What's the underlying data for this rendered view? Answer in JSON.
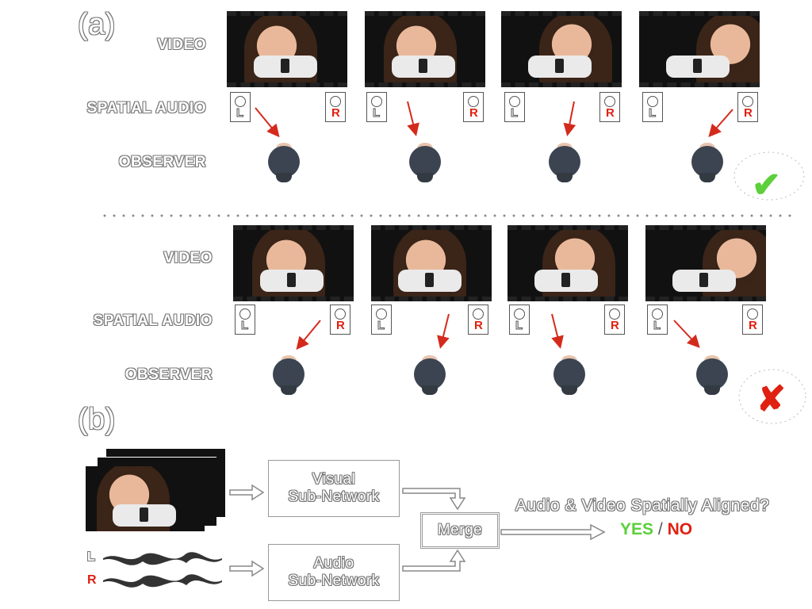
{
  "panel_a": {
    "label": "(a)",
    "rows": {
      "video": "VIDEO",
      "spatial_audio": "SPATIAL AUDIO",
      "observer": "OBSERVER"
    },
    "speaker_left": "L",
    "speaker_right": "R",
    "aligned_mark": "✔",
    "misaligned_mark": "✘"
  },
  "panel_b": {
    "label": "(b)",
    "visual_net": "Visual\nSub-Network",
    "audio_net": "Audio\nSub-Network",
    "merge": "Merge",
    "question": "Audio & Video Spatially Aligned?",
    "yes": "YES",
    "slash": "/",
    "no": "NO",
    "wave_left": "L",
    "wave_right": "R"
  },
  "colors": {
    "yes": "#5ccf3a",
    "no": "#e02010",
    "arrow": "#d42a1c",
    "check": "#5ccf3a",
    "cross": "#e02010"
  }
}
